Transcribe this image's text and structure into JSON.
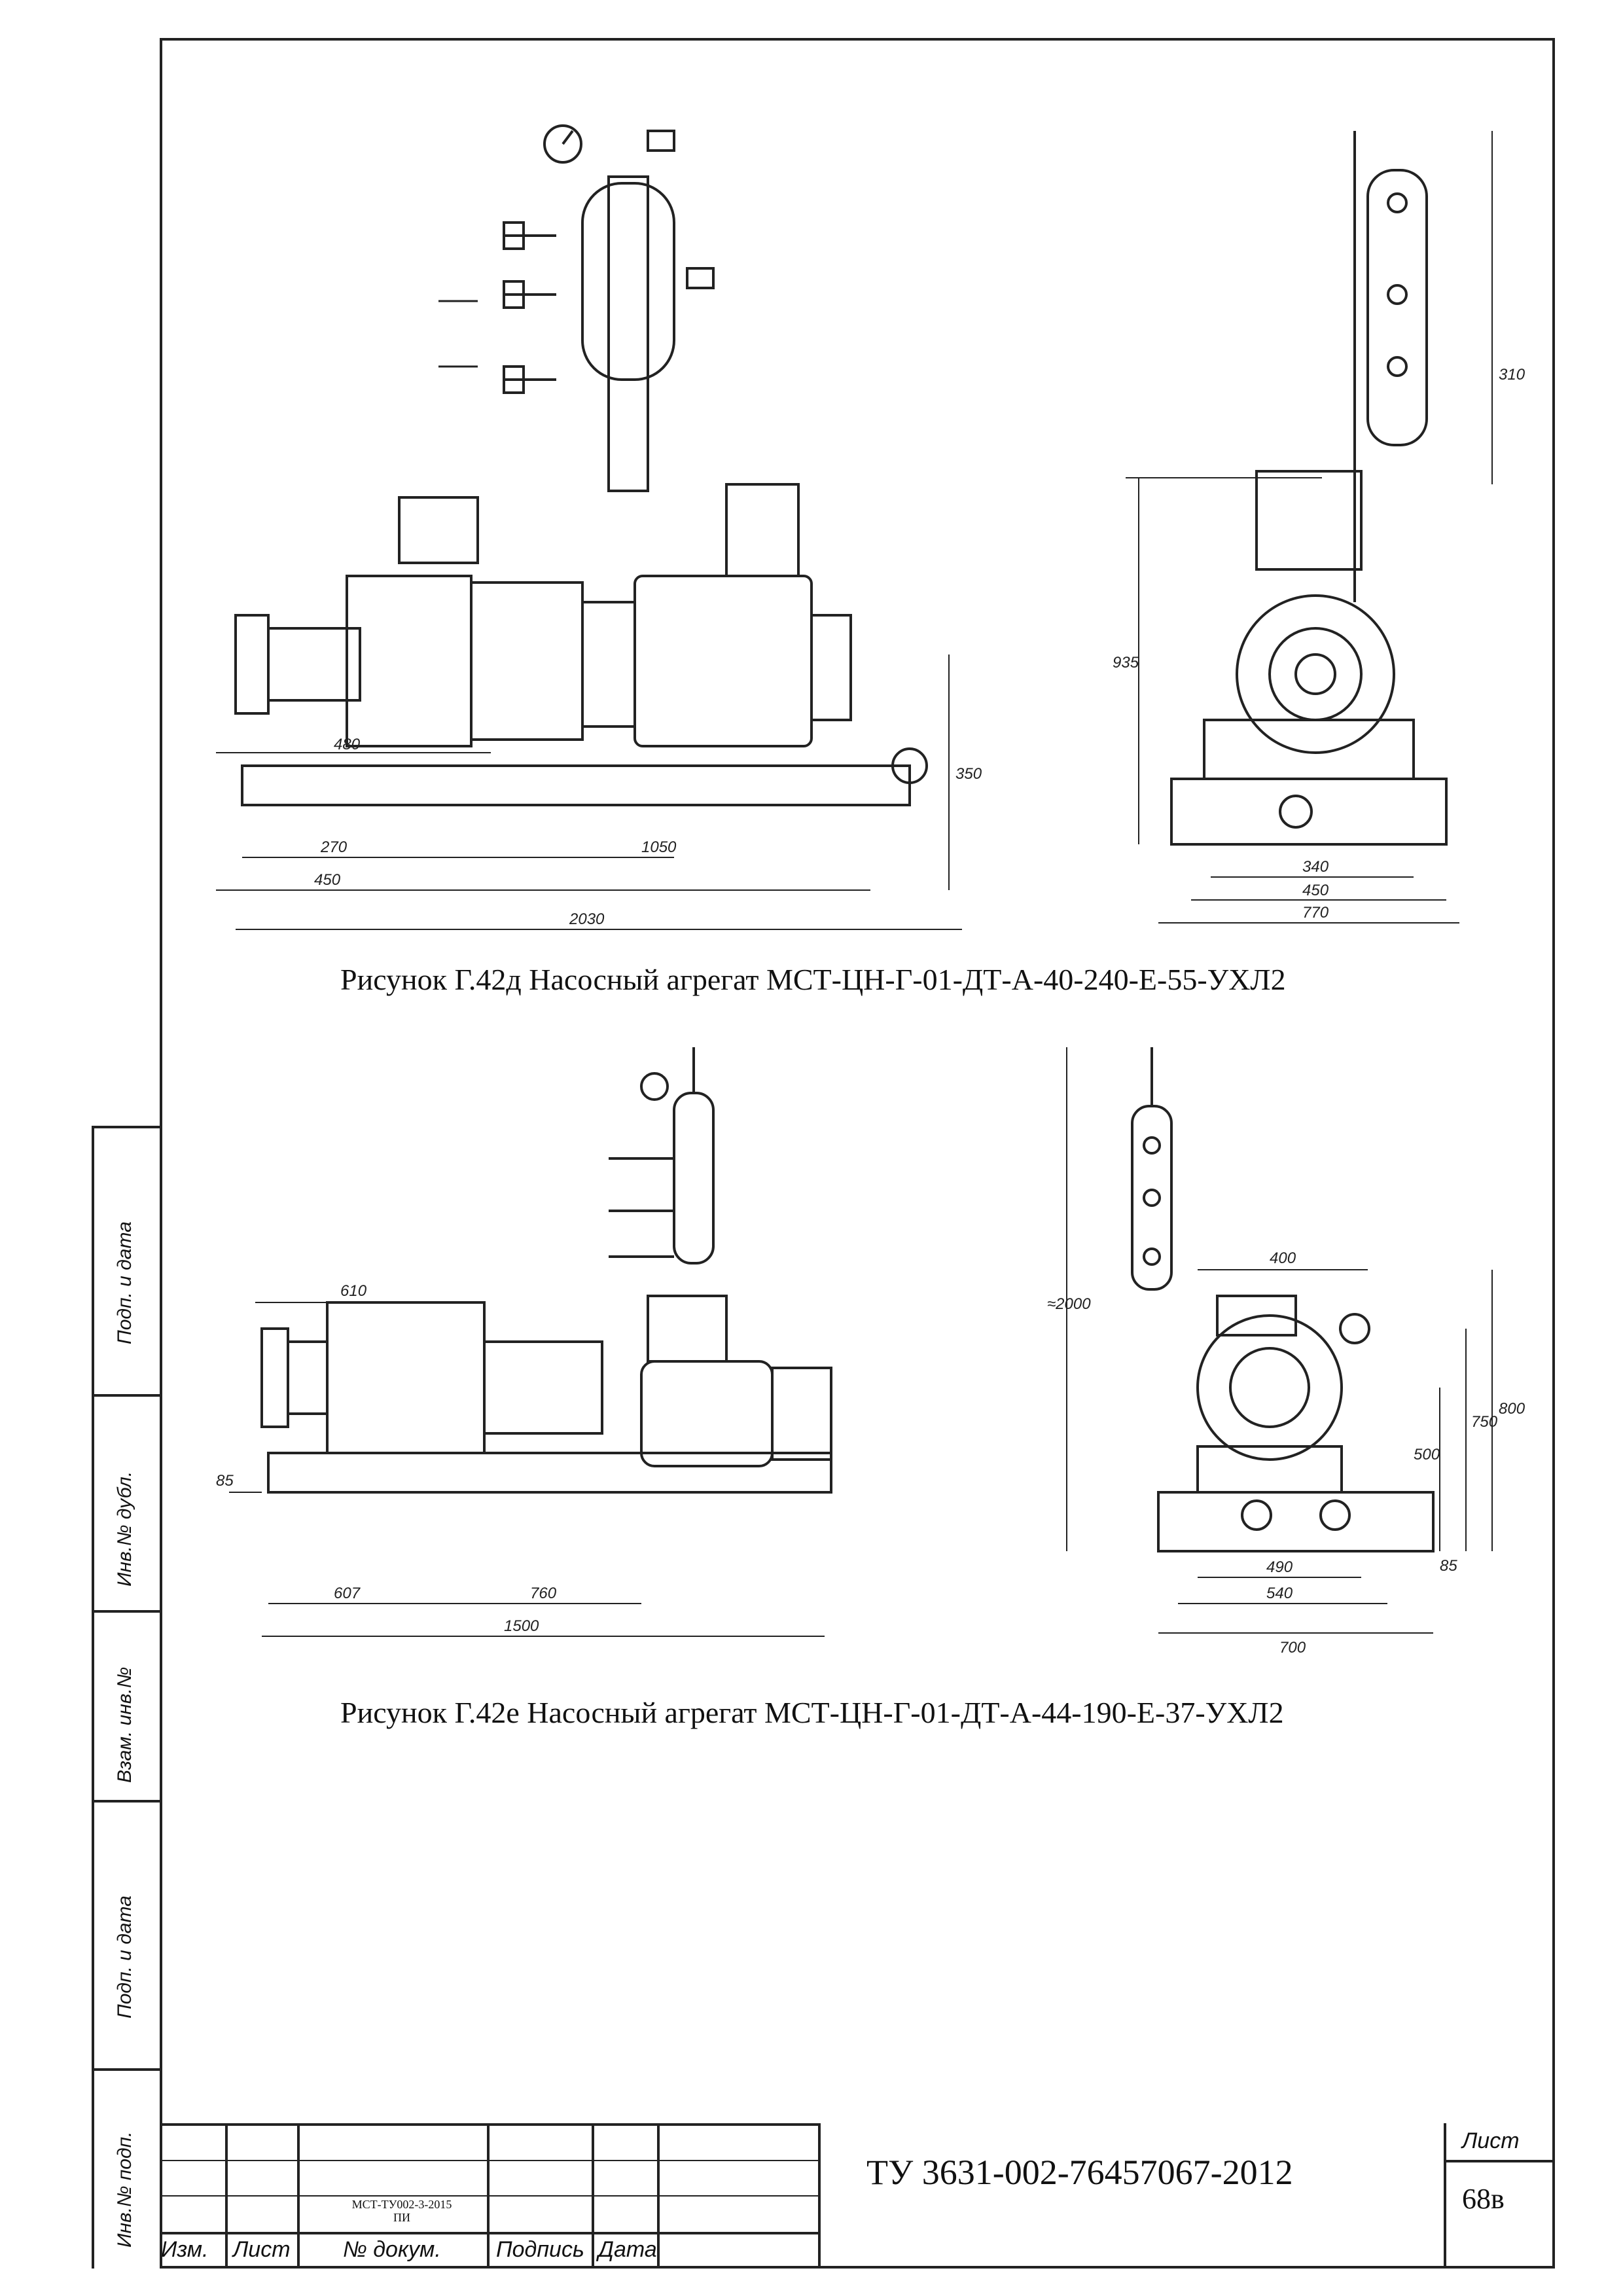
{
  "figures": [
    {
      "caption": "Рисунок Г.42д Насосный агрегат МСТ-ЦН-Г-01-ДТ-А-40-240-Е-55-УХЛ2",
      "dims_side": [
        "480",
        "270",
        "1050",
        "450",
        "2030",
        "350"
      ],
      "dims_end": [
        "310",
        "935",
        "340",
        "450",
        "770"
      ]
    },
    {
      "caption": "Рисунок Г.42е Насосный агрегат МСТ-ЦН-Г-01-ДТ-А-44-190-Е-37-УХЛ2",
      "dims_side": [
        "610",
        "85",
        "607",
        "760",
        "1500"
      ],
      "dims_end": [
        "≈2000",
        "400",
        "750",
        "800",
        "500",
        "85",
        "490",
        "540",
        "700"
      ]
    }
  ],
  "side_labels": [
    "Подп. и дата",
    "Инв.№ дубл.",
    "Взам. инв.№",
    "Подп. и дата",
    "Инв.№ подп."
  ],
  "title_block": {
    "doc_number_small": "МСТ-ТУ002-3-2015",
    "doc_number_small2": "ПИ",
    "col_izm": "Изм.",
    "col_list": "Лист",
    "col_dokum": "№ докум.",
    "col_podpis": "Подпись",
    "col_data": "Дата",
    "designation": "ТУ 3631-002-76457067-2012",
    "sheet_label": "Лист",
    "sheet_number": "68в"
  }
}
